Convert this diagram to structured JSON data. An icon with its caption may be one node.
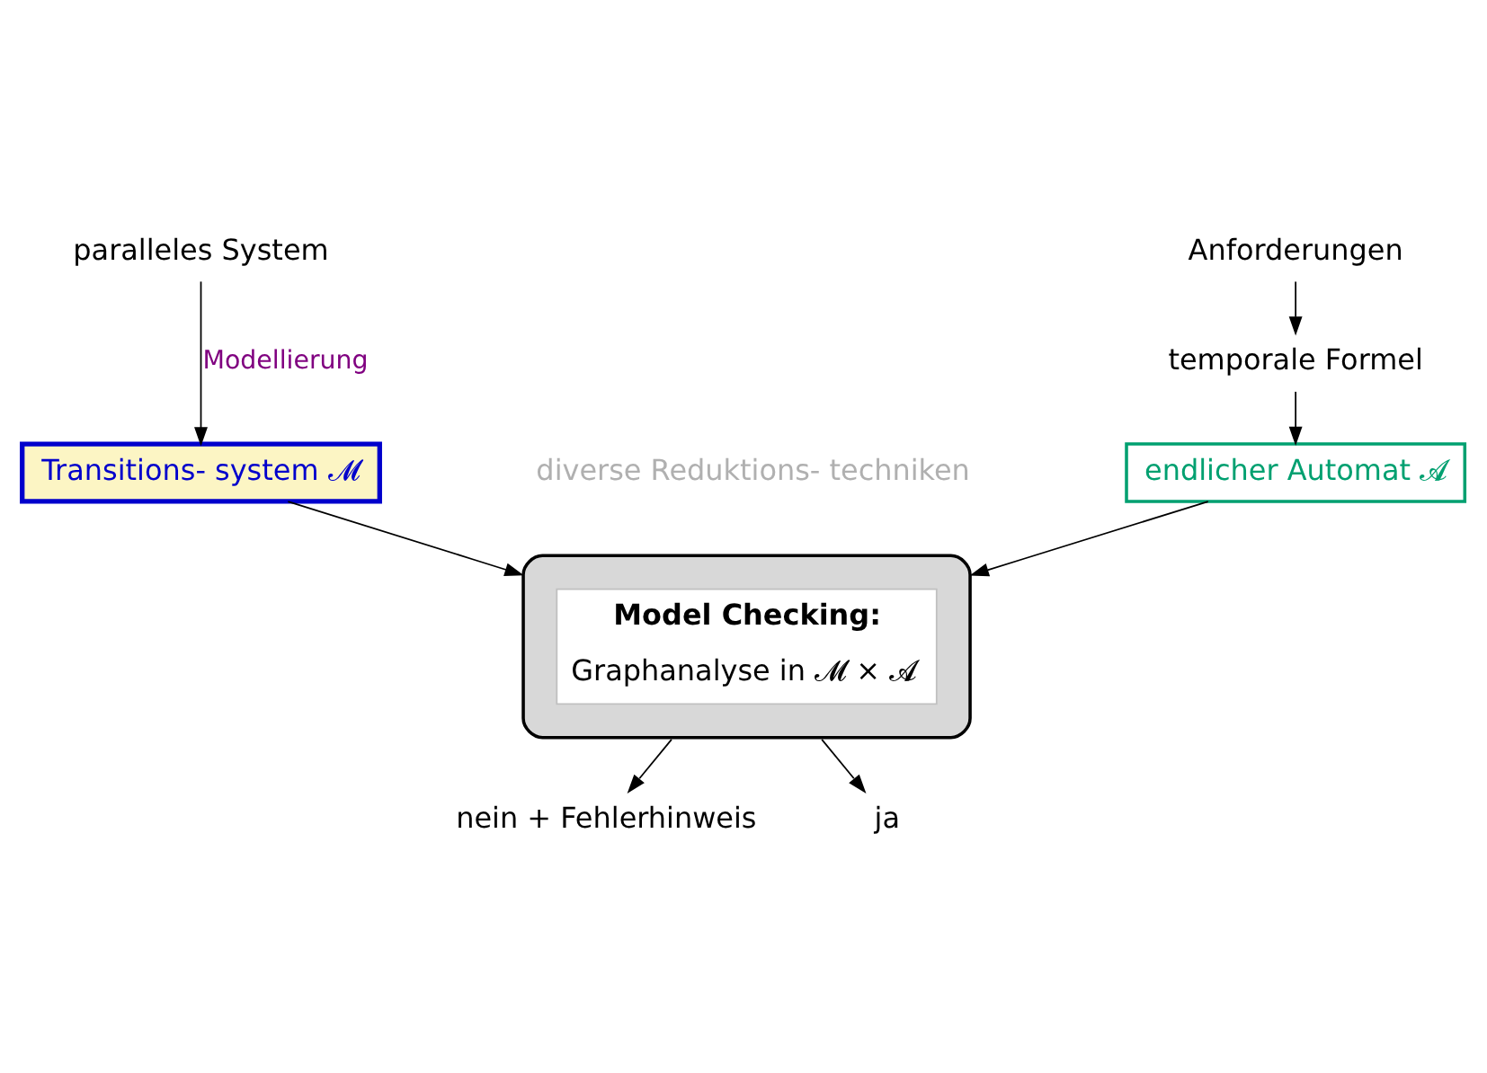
{
  "diagram": {
    "nodes": [
      {
        "text": [
          "paralleles System"
        ]
      },
      {
        "text": [
          "Transitions- system 𝓜"
        ]
      },
      {
        "text": [
          "Anforderungen"
        ]
      },
      {
        "text": [
          "temporale Formel"
        ]
      },
      {
        "text": [
          "endlicher Automat 𝓐"
        ]
      },
      {
        "text": [
          "Model Checking:",
          "Graphanalyse in 𝓜 × 𝓐"
        ]
      },
      {
        "text": [
          "nein + Fehlerhinweis"
        ]
      },
      {
        "text": [
          "ja"
        ]
      }
    ],
    "edges": [
      {
        "from": 0,
        "to": 1,
        "arrow": "to",
        "label": "Modellierung"
      },
      {
        "from": 2,
        "to": 3,
        "arrow": "to"
      },
      {
        "from": 3,
        "to": 4,
        "arrow": "to"
      },
      {
        "from": 1,
        "to": 5,
        "arrow": "to"
      },
      {
        "from": 4,
        "to": 5,
        "arrow": "to"
      },
      {
        "from": 5,
        "to": 6,
        "arrow": "to"
      },
      {
        "from": 5,
        "to": 7,
        "arrow": "to"
      }
    ],
    "labels": [
      "diverse Reduktions- techniken"
    ]
  }
}
